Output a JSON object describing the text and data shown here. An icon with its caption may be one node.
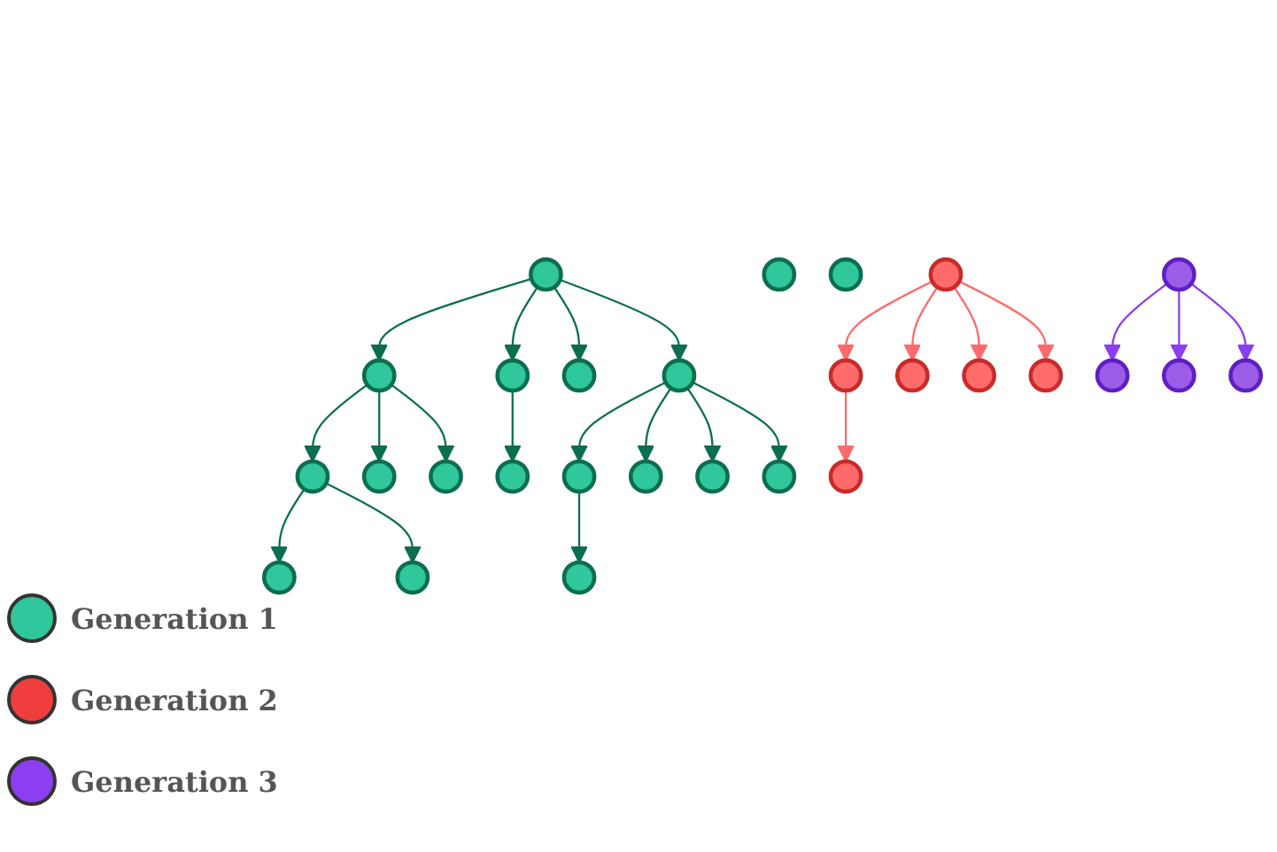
{
  "diagram": {
    "nodes": [
      {
        "text": [],
        "shape": "circle"
      },
      {
        "text": [],
        "shape": "circle"
      },
      {
        "text": [],
        "shape": "circle"
      },
      {
        "text": [],
        "shape": "circle"
      },
      {
        "text": [],
        "shape": "circle"
      },
      {
        "text": [],
        "shape": "circle"
      },
      {
        "text": [],
        "shape": "circle"
      },
      {
        "text": [],
        "shape": "circle"
      },
      {
        "text": [],
        "shape": "circle"
      },
      {
        "text": [],
        "shape": "circle"
      },
      {
        "text": [],
        "shape": "circle"
      },
      {
        "text": [],
        "shape": "circle"
      },
      {
        "text": [],
        "shape": "circle"
      },
      {
        "text": [],
        "shape": "circle"
      },
      {
        "text": [],
        "shape": "circle"
      },
      {
        "text": [],
        "shape": "circle"
      },
      {
        "text": [],
        "shape": "circle"
      },
      {
        "text": [],
        "shape": "circle"
      },
      {
        "text": [],
        "shape": "circle"
      },
      {
        "text": [],
        "shape": "circle"
      },
      {
        "text": [],
        "shape": "circle"
      },
      {
        "text": [],
        "shape": "circle"
      },
      {
        "text": [],
        "shape": "circle"
      },
      {
        "text": [],
        "shape": "circle"
      },
      {
        "text": [],
        "shape": "circle"
      },
      {
        "text": [],
        "shape": "circle"
      },
      {
        "text": [],
        "shape": "circle"
      },
      {
        "text": [],
        "shape": "circle"
      }
    ],
    "edges": [
      {
        "from": 0,
        "to": 1,
        "arrow": "to"
      },
      {
        "from": 0,
        "to": 2,
        "arrow": "to"
      },
      {
        "from": 0,
        "to": 3,
        "arrow": "to"
      },
      {
        "from": 0,
        "to": 4,
        "arrow": "to"
      },
      {
        "from": 1,
        "to": 5,
        "arrow": "to"
      },
      {
        "from": 1,
        "to": 6,
        "arrow": "to"
      },
      {
        "from": 1,
        "to": 7,
        "arrow": "to"
      },
      {
        "from": 2,
        "to": 8,
        "arrow": "to"
      },
      {
        "from": 4,
        "to": 9,
        "arrow": "to"
      },
      {
        "from": 4,
        "to": 10,
        "arrow": "to"
      },
      {
        "from": 4,
        "to": 11,
        "arrow": "to"
      },
      {
        "from": 4,
        "to": 12,
        "arrow": "to"
      },
      {
        "from": 5,
        "to": 13,
        "arrow": "to"
      },
      {
        "from": 5,
        "to": 14,
        "arrow": "to"
      },
      {
        "from": 9,
        "to": 18,
        "arrow": "to"
      },
      {
        "from": 17,
        "to": 20,
        "arrow": "to",
        "color": "#ff6b6b"
      },
      {
        "from": 17,
        "to": 21,
        "arrow": "to",
        "color": "#ff6b6b"
      },
      {
        "from": 17,
        "to": 22,
        "arrow": "to",
        "color": "#ff6b6b"
      },
      {
        "from": 17,
        "to": 23,
        "arrow": "to",
        "color": "#ff6b6b"
      },
      {
        "from": 20,
        "to": 27,
        "arrow": "to",
        "color": "#ff6b6b"
      },
      {
        "from": 19,
        "to": 24,
        "arrow": "to",
        "color": "#8b3ff0"
      },
      {
        "from": 19,
        "to": 25,
        "arrow": "to",
        "color": "#8b3ff0"
      },
      {
        "from": 19,
        "to": 26,
        "arrow": "to",
        "color": "#8b3ff0"
      }
    ],
    "legend": [
      {
        "text": "Generation 1",
        "color": "#2fc79b"
      },
      {
        "text": "Generation 2",
        "color": "#f03e3e"
      },
      {
        "text": "Generation 3",
        "color": "#8b3ff0"
      }
    ]
  }
}
